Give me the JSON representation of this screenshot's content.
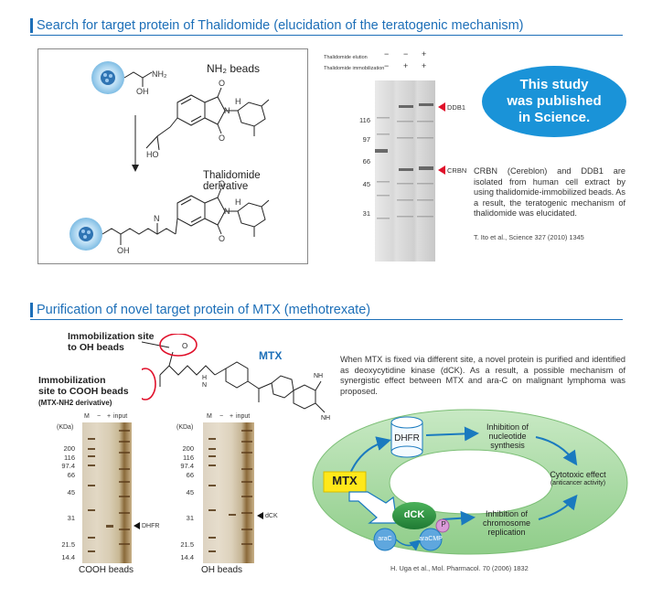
{
  "section1": {
    "title": "Search for target protein of Thalidomide (elucidation of the teratogenic mechanism)",
    "nh2_beads": "NH₂ beads",
    "nh2_label": "NH₂",
    "oh_label": "OH",
    "thal_derivative_label": "Thalidomide derivative",
    "h_label": "H",
    "o_label": "O",
    "n_label": "N",
    "ho_label": "HO",
    "nh_label": "N",
    "gel_header": {
      "row1_label": "Thalidomide elution",
      "row2_label": "Thalidomide immobilization",
      "row1_marks": [
        "−",
        "−",
        "+"
      ],
      "row2_marks": [
        "−",
        "+",
        "+"
      ]
    },
    "mw_markers": [
      "116",
      "97",
      "66",
      "45",
      "31"
    ],
    "band_labels": [
      "DDB1",
      "CRBN"
    ],
    "bubble": "This study was published in Science.",
    "description": "CRBN (Cereblon) and DDB1 are isolated from human cell extract by using thalidomide-immobilized beads. As a result, the teratogenic mechanism of thalidomide was elucidated.",
    "reference": "T. Ito et al., Science 327 (2010) 1345"
  },
  "section2": {
    "title": "Purification of novel target protein of MTX (methotrexate)",
    "immob_oh": "Immobilization site\nto OH beads",
    "immob_cooh": "Immobilization\nsite to COOH beads",
    "immob_cooh_sub": "(MTX-NH2 derivative)",
    "mtx_label": "MTX",
    "description": "When MTX is fixed via different site, a novel protein is purified and identified as deoxycytidine kinase (dCK). As a result, a possible mechanism of synergistic effect between MTX and ara-C on malignant lymphoma was proposed.",
    "gel_left": {
      "kda": "(KDa)",
      "lanes": [
        "M",
        "−",
        "+",
        "input"
      ],
      "markers": [
        "200",
        "116",
        "97.4",
        "66",
        "45",
        "31",
        "21.5",
        "14.4"
      ],
      "band": "DHFR",
      "caption": "COOH beads"
    },
    "gel_right": {
      "kda": "(KDa)",
      "lanes": [
        "M",
        "−",
        "+",
        "input"
      ],
      "markers": [
        "200",
        "116",
        "97.4",
        "66",
        "45",
        "31",
        "21.5",
        "14.4"
      ],
      "band": "dCK",
      "caption": "OH beads"
    },
    "diagram": {
      "mtx": "MTX",
      "dhfr": "DHFR",
      "inhib_synth": "Inhibition of nucleotide synthesis",
      "cytotoxic": "Cytotoxic effect",
      "anticancer": "(anticancer activity)",
      "dck": "dCK",
      "p": "P",
      "arac": "araC",
      "aracmp": "araCMP",
      "inhib_repl": "Inhibition of chromosome replication"
    },
    "reference": "H. Uga et al., Mol. Pharmacol. 70 (2006) 1832"
  },
  "colors": {
    "accent_blue": "#1d6fb8",
    "bubble_blue": "#1a93d8",
    "ring_green": "#9fd39a",
    "mtx_yellow": "#ffe81a",
    "red": "#e0102a"
  }
}
